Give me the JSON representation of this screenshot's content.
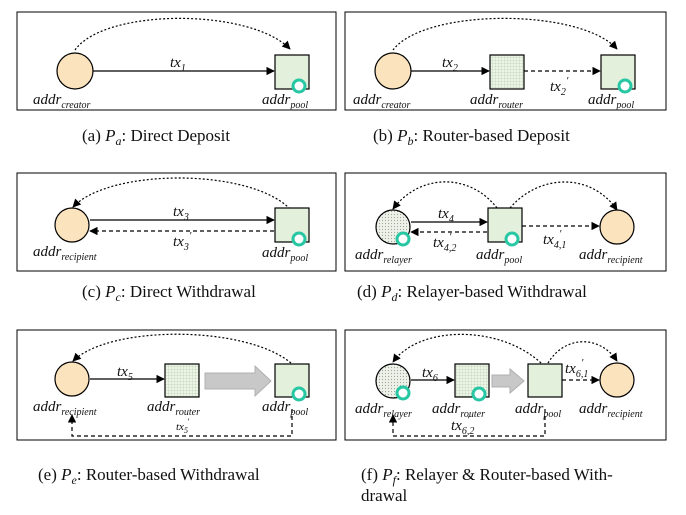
{
  "panels": {
    "a": {
      "cap_prefix": "(a) ",
      "cap_sym": "P",
      "cap_sub": "a",
      "cap_text": ": Direct Deposit",
      "creator_base": "addr",
      "creator_sub": "creator",
      "pool_base": "addr",
      "pool_sub": "pool",
      "tx_base": "tx",
      "tx_sub": "1"
    },
    "b": {
      "cap_prefix": "(b) ",
      "cap_sym": "P",
      "cap_sub": "b",
      "cap_text": ": Router-based Deposit",
      "creator_base": "addr",
      "creator_sub": "creator",
      "router_base": "addr",
      "router_sub": "router",
      "pool_base": "addr",
      "pool_sub": "pool",
      "tx_base": "tx",
      "tx_sub": "2",
      "txp_base": "tx",
      "txp_sub": "2"
    },
    "c": {
      "cap_prefix": "(c) ",
      "cap_sym": "P",
      "cap_sub": "c",
      "cap_text": ": Direct Withdrawal",
      "recipient_base": "addr",
      "recipient_sub": "recipient",
      "pool_base": "addr",
      "pool_sub": "pool",
      "tx_base": "tx",
      "tx_sub": "3",
      "txp_base": "tx",
      "txp_sub": "3"
    },
    "d": {
      "cap_prefix": "(d) ",
      "cap_sym": "P",
      "cap_sub": "d",
      "cap_text": ": Relayer-based Withdrawal",
      "relayer_base": "addr",
      "relayer_sub": "relayer",
      "pool_base": "addr",
      "pool_sub": "pool",
      "recipient_base": "addr",
      "recipient_sub": "recipient",
      "tx_base": "tx",
      "tx_sub": "4",
      "txp1_base": "tx",
      "txp1_sub": "4,2",
      "txp2_base": "tx",
      "txp2_sub": "4,1"
    },
    "e": {
      "cap_prefix": "(e) ",
      "cap_sym": "P",
      "cap_sub": "e",
      "cap_text": ": Router-based Withdrawal",
      "recipient_base": "addr",
      "recipient_sub": "recipient",
      "router_base": "addr",
      "router_sub": "router",
      "pool_base": "addr",
      "pool_sub": "pool",
      "tx_base": "tx",
      "tx_sub": "5",
      "txp_base": "tx",
      "txp_sub": "5"
    },
    "f": {
      "cap_prefix": "(f) ",
      "cap_sym": "P",
      "cap_sub": "f",
      "cap_text": ": Relayer & Router-based With-",
      "cap_text2": "drawal",
      "relayer_base": "addr",
      "relayer_sub": "relayer",
      "router_base": "addr",
      "router_sub": "router",
      "pool_base": "addr",
      "pool_sub": "pool",
      "recipient_base": "addr",
      "recipient_sub": "recipient",
      "tx_base": "tx",
      "tx_sub": "6",
      "txp1_base": "tx",
      "txp1_sub": "6,1",
      "txp2_base": "tx",
      "txp2_sub": "6,2"
    }
  },
  "colors": {
    "user_fill": "#fbe3bd",
    "box_fill": "#e3f0dc",
    "router_fill": "#eef4e8",
    "relayer_fill": "#e9eee4",
    "ring": "#27c7a4",
    "big_arrow": "#c8c8c8"
  }
}
